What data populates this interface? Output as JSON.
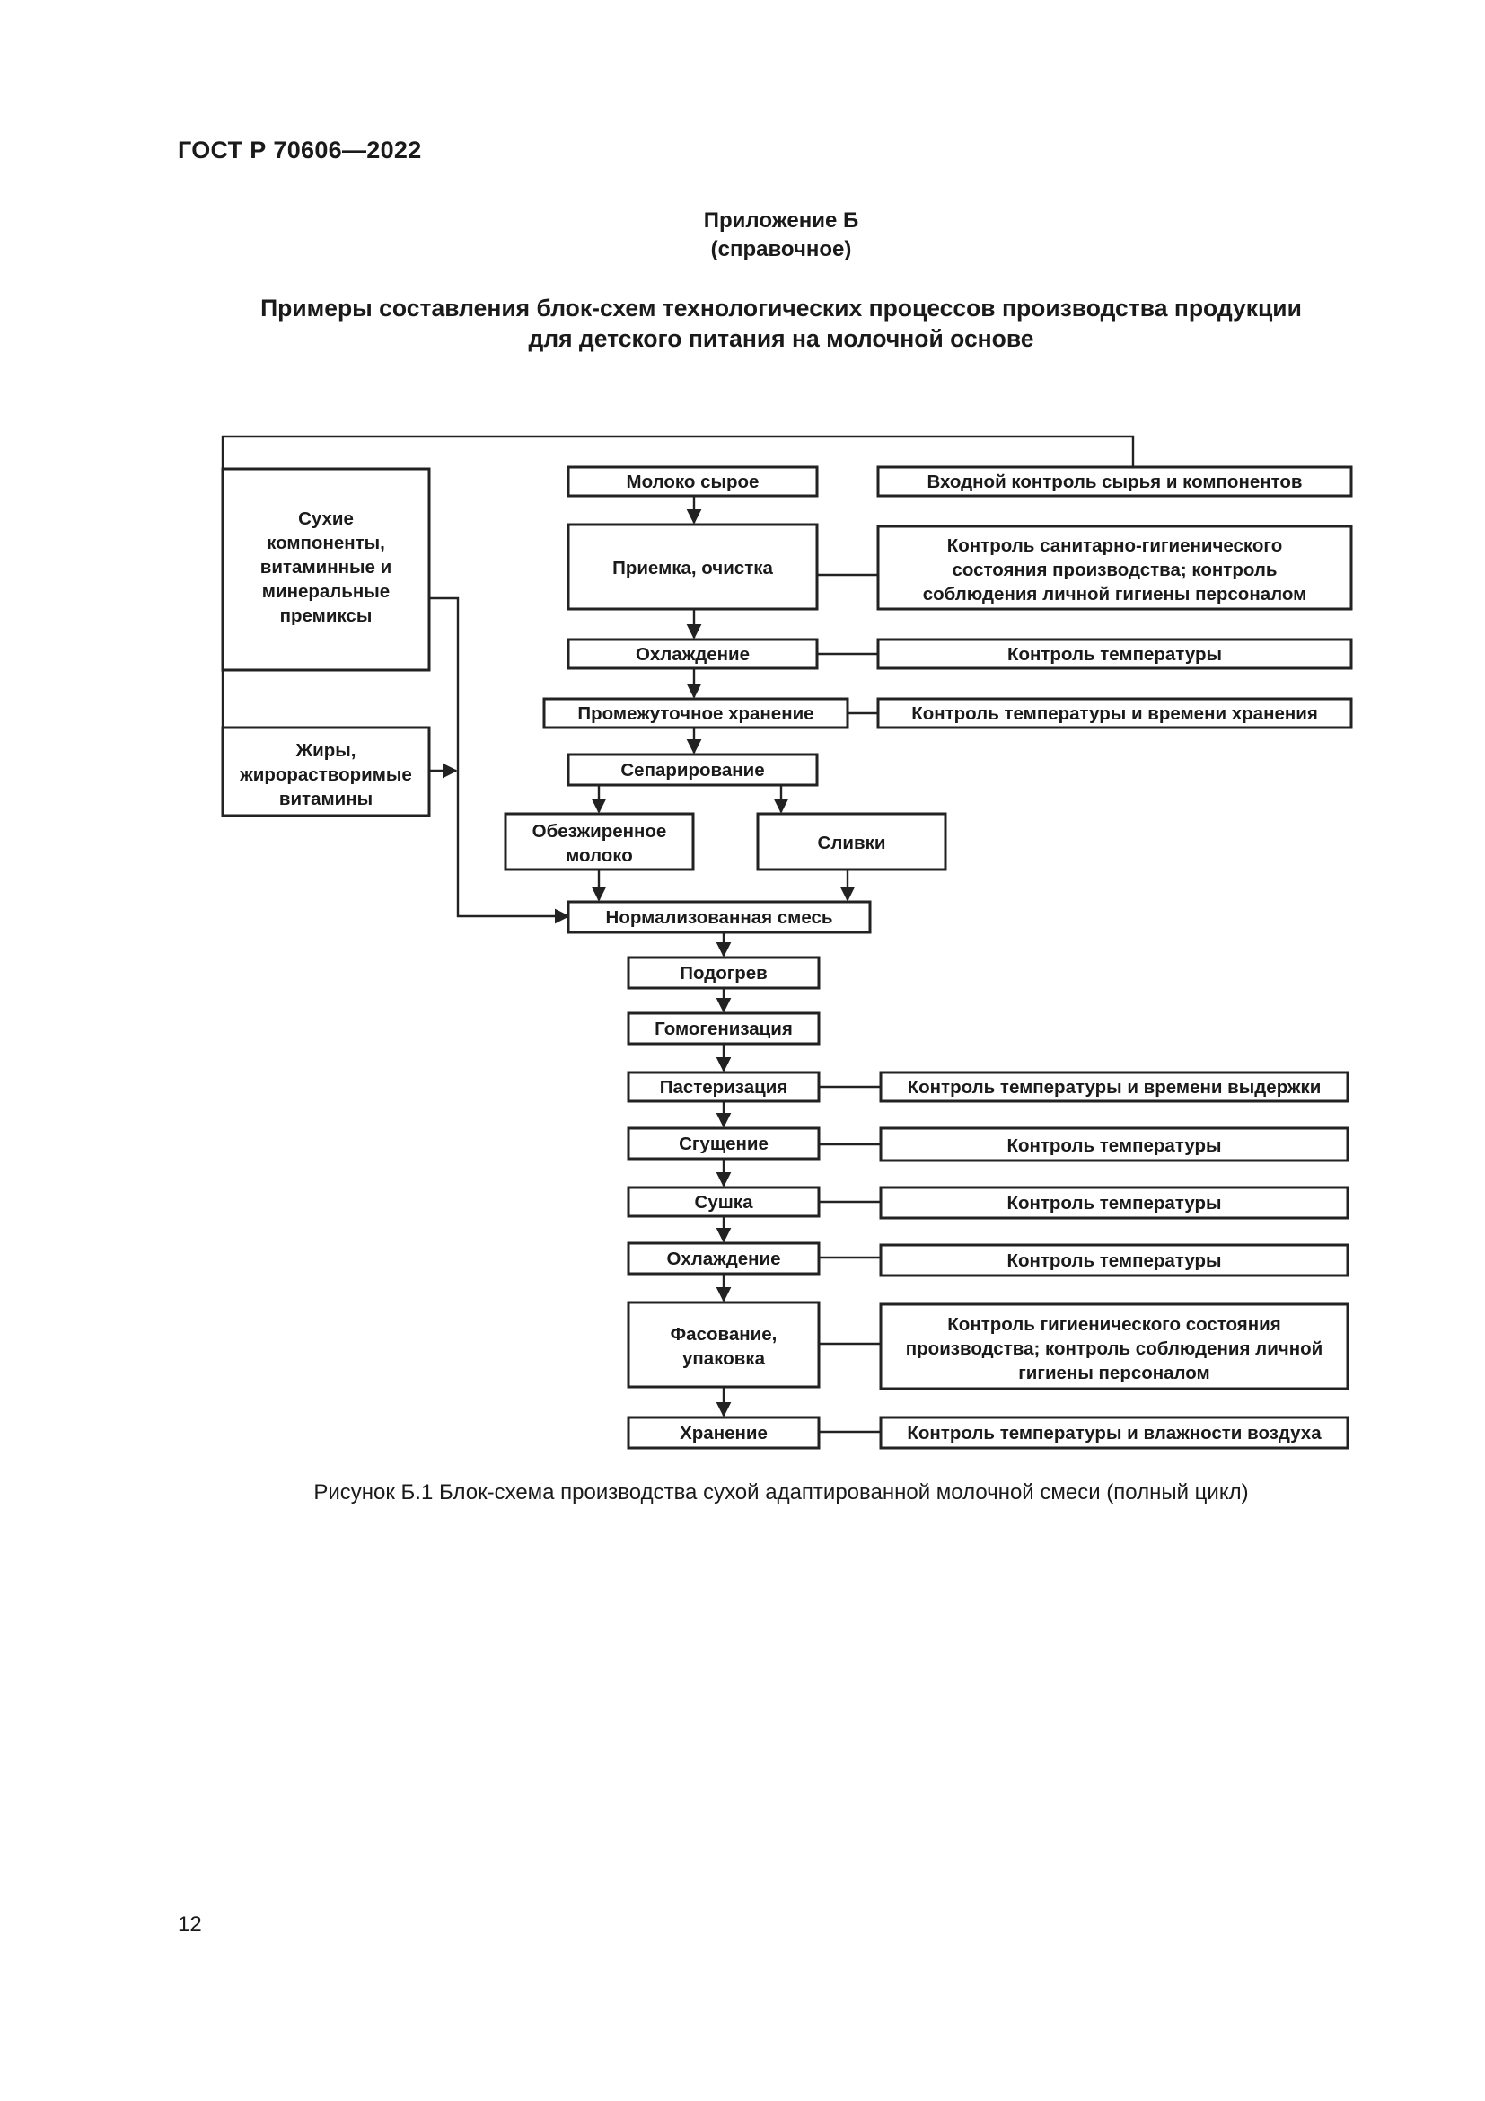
{
  "header": {
    "doc_code": "ГОСТ Р 70606—2022",
    "annex_title": "Приложение Б",
    "annex_subtitle": "(справочное)",
    "title_line1": "Примеры составления блок-схем технологических процессов производства продукции",
    "title_line2": "для детского питания на молочной основе"
  },
  "diagram": {
    "raw_milk": "Молоко сырое",
    "incoming_control": "Входной контроль сырья и компонентов",
    "dry_components": [
      "Сухие",
      "компоненты,",
      "витаминные и",
      "минеральные",
      "премиксы"
    ],
    "reception": "Приемка, очистка",
    "sanitary_control": [
      "Контроль санитарно-гигиенического",
      "состояния производства; контроль",
      "соблюдения личной гигиены персоналом"
    ],
    "cooling1": "Охлаждение",
    "temp_control1": "Контроль температуры",
    "intermediate_storage": "Промежуточное хранение",
    "storage_control": "Контроль температуры и времени хранения",
    "fats": [
      "Жиры,",
      "жирорастворимые",
      "витамины"
    ],
    "separation": "Сепарирование",
    "skim_milk": [
      "Обезжиренное",
      "молоко"
    ],
    "cream": "Сливки",
    "normalized_mix": "Нормализованная смесь",
    "heating": "Подогрев",
    "homogenization": "Гомогенизация",
    "pasteurization": "Пастеризация",
    "pasteurization_control": "Контроль температуры и времени выдержки",
    "thickening": "Сгущение",
    "temp_control2": "Контроль температуры",
    "drying": "Сушка",
    "temp_control3": "Контроль температуры",
    "cooling2": "Охлаждение",
    "temp_control4": "Контроль температуры",
    "packing": [
      "Фасование,",
      "упаковка"
    ],
    "hygiene_control": [
      "Контроль гигиенического состояния",
      "производства; контроль соблюдения личной",
      "гигиены персоналом"
    ],
    "final_storage": "Хранение",
    "humidity_control": "Контроль температуры и влажности воздуха"
  },
  "caption": "Рисунок Б.1 Блок-схема производства сухой адаптированной молочной смеси (полный цикл)",
  "page_number": "12"
}
